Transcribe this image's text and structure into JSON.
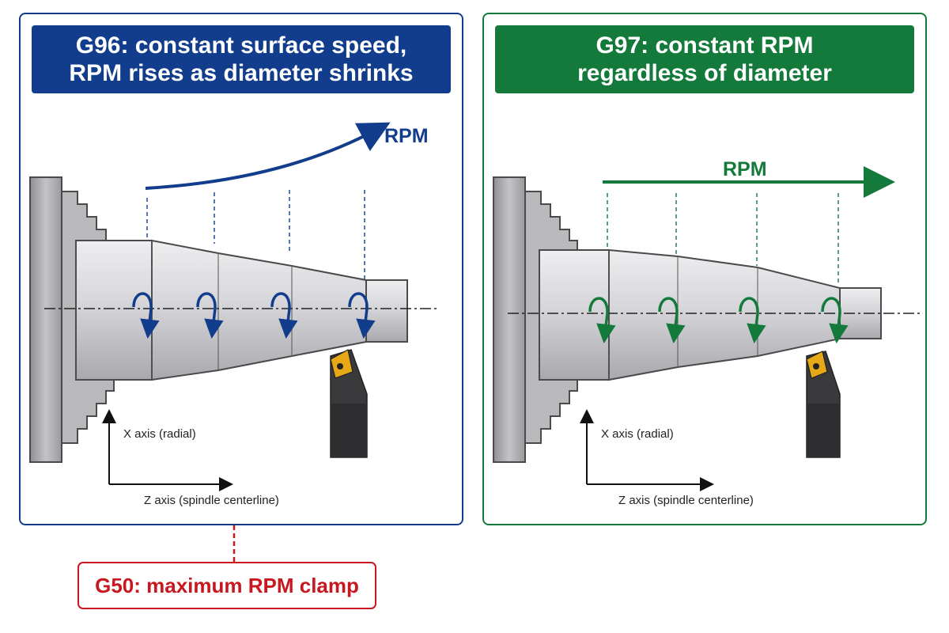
{
  "colors": {
    "g96": "#123d8c",
    "g97": "#137a3b",
    "g50": "#c8171e",
    "workpiece": "#d8d8dc",
    "chuck": "#b5b5b8",
    "tool": "#333335",
    "insert": "#e6a817"
  },
  "left_panel": {
    "title_line1": "G96: constant surface speed,",
    "title_line2": "RPM rises as diameter shrinks",
    "rpm_label": "RPM",
    "x_axis_label": "X axis (radial)",
    "z_axis_label": "Z axis (spindle centerline)"
  },
  "right_panel": {
    "title_line1": "G97: constant RPM",
    "title_line2": "regardless of diameter",
    "rpm_label": "RPM",
    "x_axis_label": "X axis (radial)",
    "z_axis_label": "Z axis (spindle centerline)"
  },
  "clamp_box": {
    "label": "G50: maximum RPM clamp"
  }
}
